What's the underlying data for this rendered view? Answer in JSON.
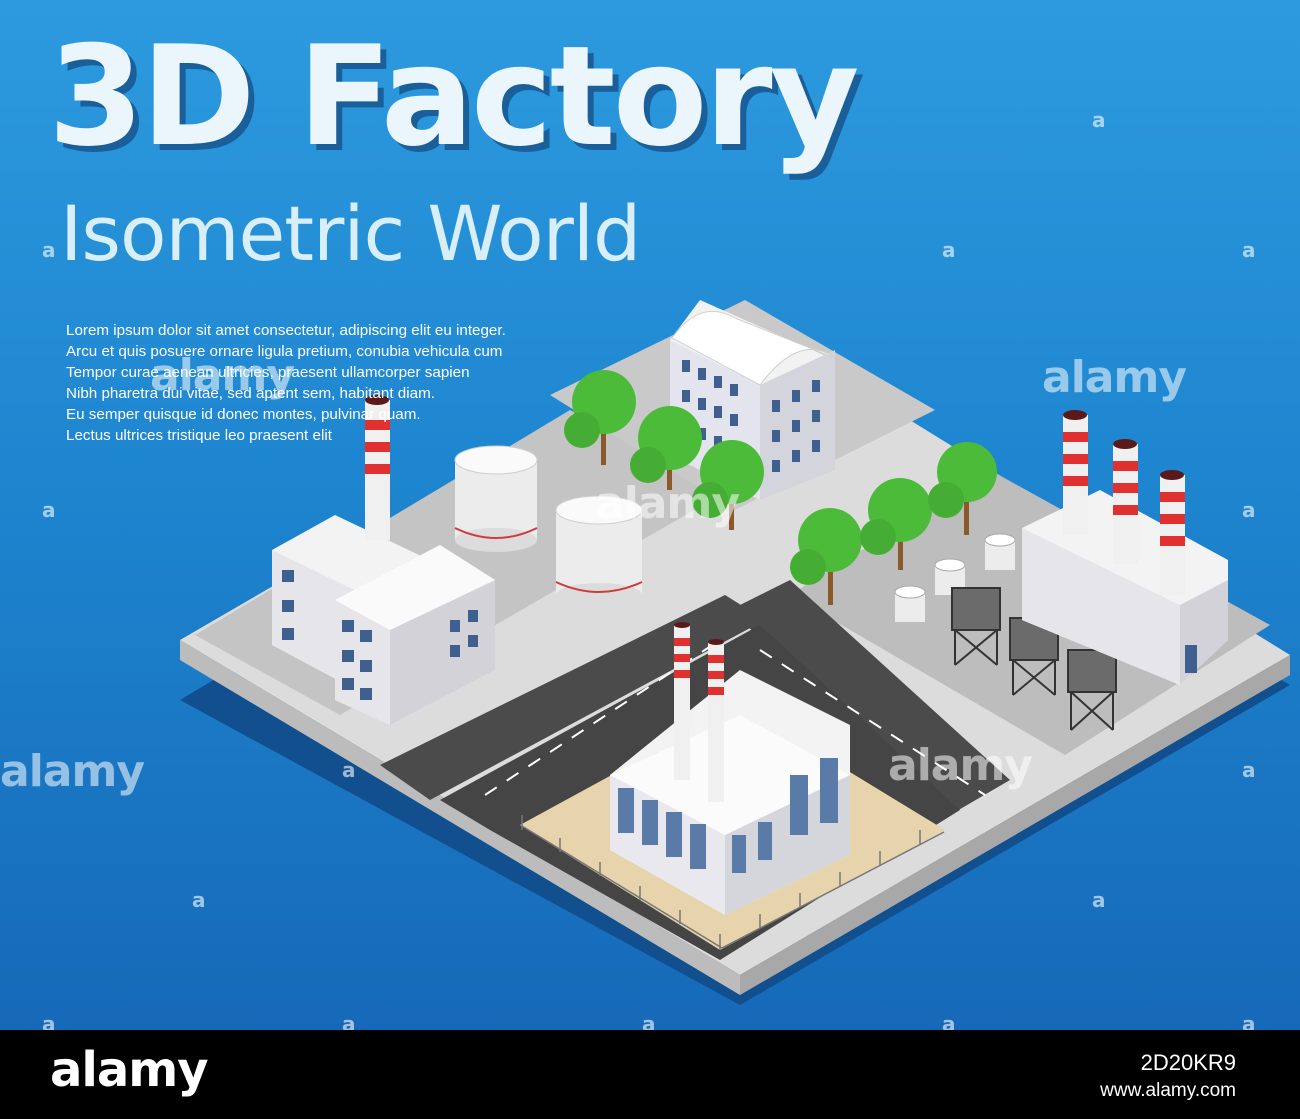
{
  "poster": {
    "title": "3D Factory",
    "subtitle": "Isometric World",
    "body_lines": [
      "Lorem ipsum dolor sit amet consectetur, adipiscing elit eu integer.",
      "Arcu et quis posuere ornare ligula pretium, conubia vehicula cum",
      "Tempor curae aenean ultricies, praesent ullamcorper sapien",
      "Nibh pharetra dui vitae, sed aptent sem, habitant diam.",
      "Eu semper quisque id donec montes, pulvinar quam.",
      "Lectus ultrices tristique leo praesent elit"
    ]
  },
  "watermark": {
    "text": "alamy",
    "mark": "a"
  },
  "footer": {
    "logo": "alamy",
    "image_id": "2D20KR9",
    "url": "www.alamy.com"
  },
  "colors": {
    "background_top": "#2d9ade",
    "background_bottom": "#1669b8",
    "title": "#eaf6fb",
    "ground": "#dadada",
    "road": "#4b4b4b",
    "tree": "#4cbb3a",
    "chimney_stripe": "#e03030"
  },
  "icons": [
    "chimney-icon",
    "tree-icon",
    "tank-icon",
    "water-tower-icon",
    "fence-icon"
  ]
}
